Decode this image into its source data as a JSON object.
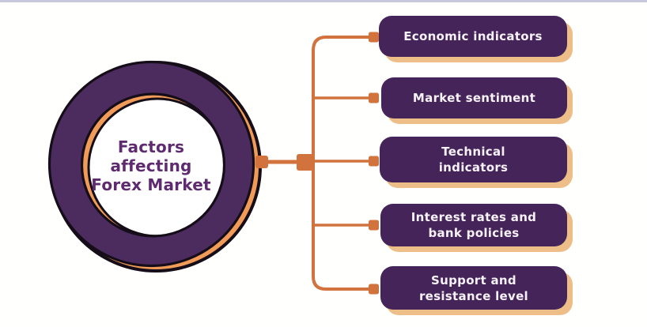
{
  "diagram": {
    "title": "Factors\naffecting\nForex Market",
    "factors": [
      {
        "label": "Economic indicators"
      },
      {
        "label": "Market sentiment"
      },
      {
        "label": "Technical\nindicators"
      },
      {
        "label": "Interest rates and\nbank policies"
      },
      {
        "label": "Support and\nresistance level"
      }
    ]
  },
  "icons": {
    "center_shape": "donut-ring",
    "connector_node": "orange-square"
  },
  "colors": {
    "background": "#fffffe",
    "top_border": "#c9c7dc",
    "box_purple": "#45245a",
    "ring_purple": "#4c2c5f",
    "accent_orange": "#d2723c",
    "crescent_orange": "#f09b57",
    "shadow_tan": "#edbe87",
    "outline_black": "#150d18",
    "title_purple": "#5e2a70",
    "box_text": "#f7f2f7"
  }
}
